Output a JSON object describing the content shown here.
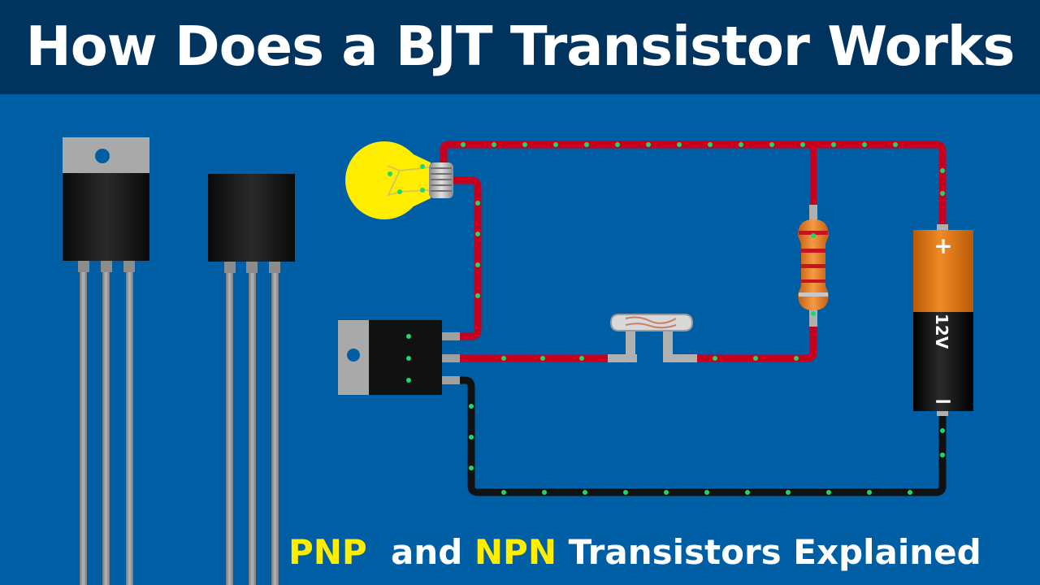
{
  "header": {
    "title": "How Does a BJT Transistor Works"
  },
  "footer": {
    "pnp": "PNP",
    "and": "and",
    "npn": "NPN",
    "rest": "Transistors Explained"
  },
  "battery": {
    "voltage": "12V",
    "plus": "+",
    "minus": "−"
  },
  "colors": {
    "background": "#005ea5",
    "title_bar": "#00345f",
    "wire_positive": "#c8001e",
    "wire_negative": "#111111",
    "current_dot": "#1fd86a",
    "highlight_text": "#ffee00",
    "bulb": "#ffee00",
    "battery_top": "#e8720c",
    "battery_bottom": "#111111",
    "resistor_body": "#f07d24"
  }
}
